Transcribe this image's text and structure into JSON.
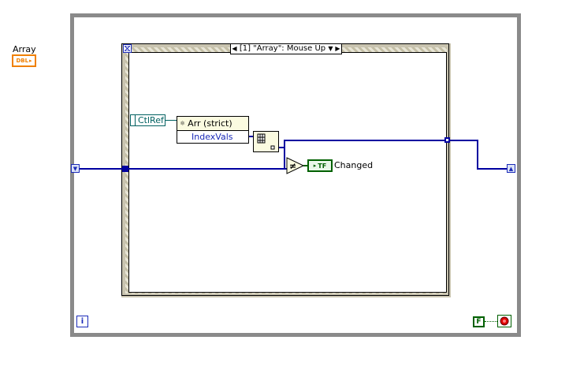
{
  "control": {
    "label": "Array",
    "terminal_text": "DBL",
    "color": "#f08000"
  },
  "event_case": {
    "selector_text": "[1] \"Array\": Mouse Up",
    "prev_arrow": "◀",
    "next_arrow": "▶",
    "dropdown_arrow": "▼"
  },
  "nodes": {
    "ctlref_label": "CtlRef",
    "property_title": "Arr (strict)",
    "property_item": "IndexVals",
    "changed_label": "Changed",
    "tf_text": "TF",
    "compare_symbol": "≠"
  },
  "loop": {
    "iteration_symbol": "i",
    "stop_const": "F"
  },
  "colors": {
    "wire": "#0000a0",
    "boolean": "#006000",
    "refnum": "#006060"
  }
}
